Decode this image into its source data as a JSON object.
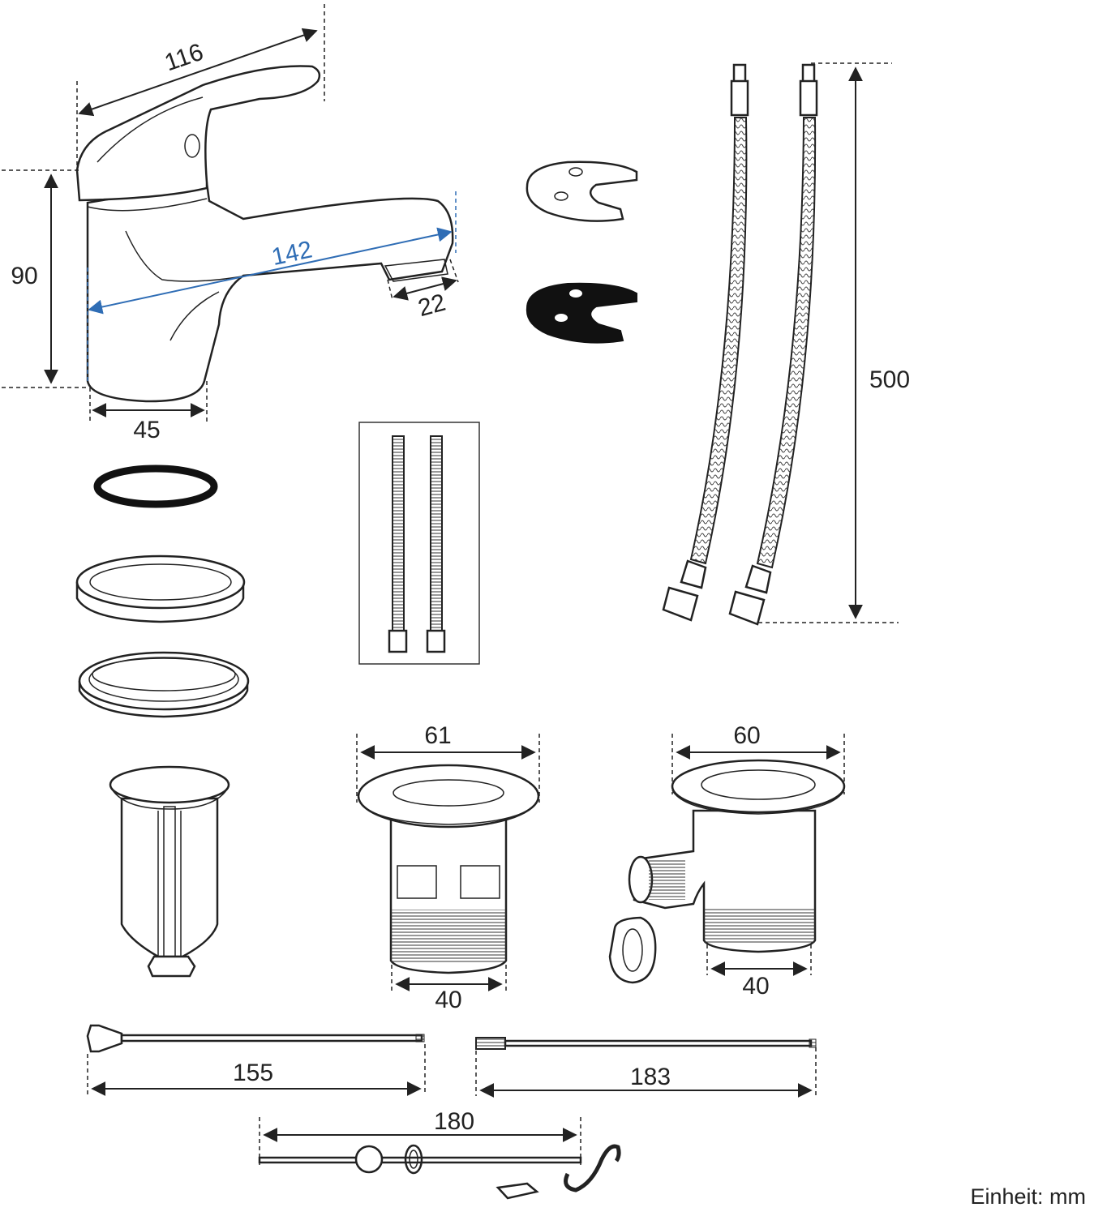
{
  "colors": {
    "line": "#222222",
    "highlight_dimension": "#2f6db5",
    "background": "#ffffff"
  },
  "dimensions": {
    "faucet_lever_length": "116",
    "faucet_height": "90",
    "faucet_reach": "142",
    "spout_width": "22",
    "base_diameter": "45",
    "hose_length": "500",
    "drain_flange_diameter": "61",
    "drain_thread_diameter": "40",
    "overflow_flange_diameter": "60",
    "overflow_thread_diameter": "40",
    "pull_rod_length": "155",
    "lift_rod_length": "183",
    "pivot_rod_length": "180"
  },
  "unit_label": "Einheit: mm"
}
